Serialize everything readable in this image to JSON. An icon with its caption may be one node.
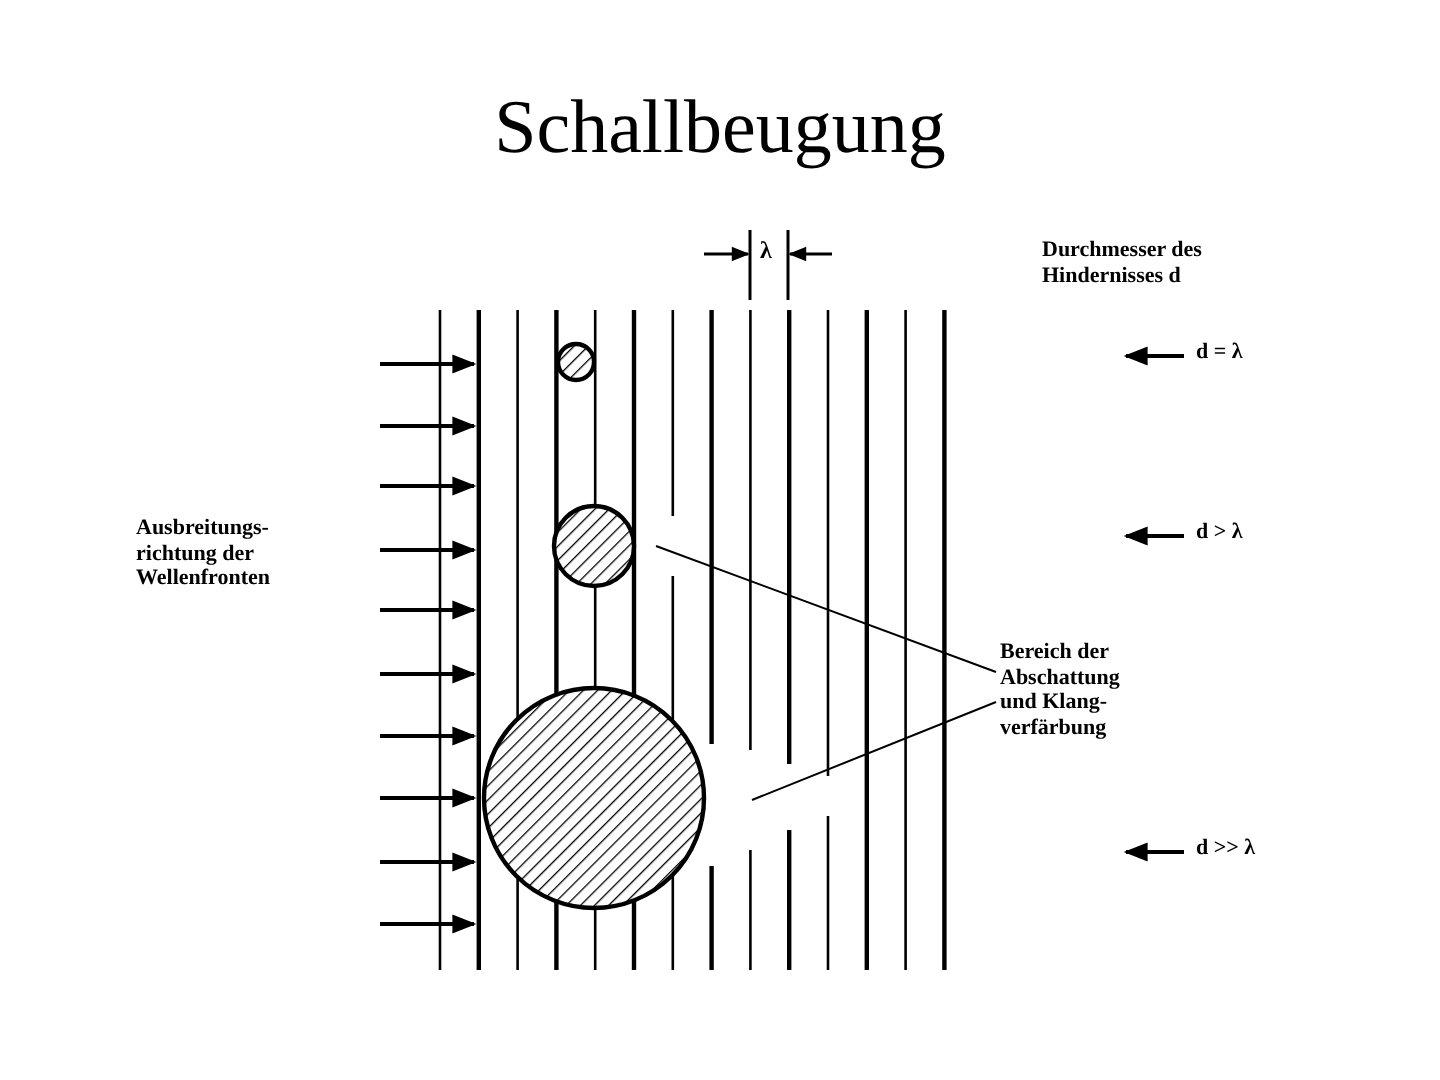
{
  "diagram": {
    "title": "Schallbeugung",
    "nodes": [
      {
        "text": [
          "Ausbreitungs- richtung der Wellenfronten"
        ]
      },
      {
        "text": [
          "d = λ"
        ]
      },
      {
        "text": [
          "d > λ"
        ]
      },
      {
        "text": [
          "d >> λ"
        ]
      },
      {
        "text": [
          "Bereich der Abschattung und Klang- verfärbung"
        ]
      }
    ],
    "edges": [
      {
        "from": 1,
        "to": null,
        "arrow": "to"
      },
      {
        "from": 2,
        "to": null,
        "arrow": "to"
      },
      {
        "from": 3,
        "to": null,
        "arrow": "to"
      },
      {
        "from": 4,
        "to": null,
        "arrow": "none"
      },
      {
        "from": 4,
        "to": null,
        "arrow": "none"
      }
    ],
    "labels": [
      "λ",
      "Durchmesser des Hindernisses d"
    ]
  }
}
